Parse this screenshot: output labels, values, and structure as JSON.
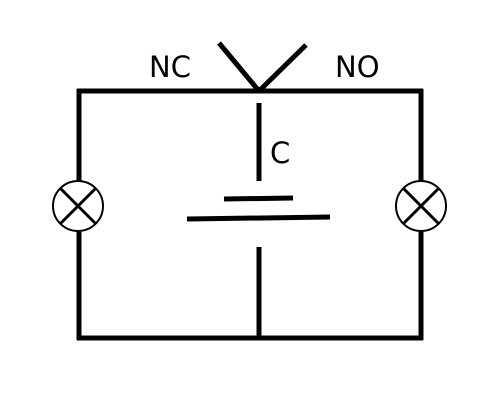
{
  "diagram": {
    "labels": {
      "normally_closed": "NC",
      "normally_open": "NO",
      "common": "C"
    },
    "components": {
      "switch": "changeover-switch",
      "source": "battery-cell",
      "lamp_left": "lamp-icon",
      "lamp_right": "lamp-icon"
    },
    "colors": {
      "stroke": "#000000",
      "background": "#ffffff"
    }
  }
}
